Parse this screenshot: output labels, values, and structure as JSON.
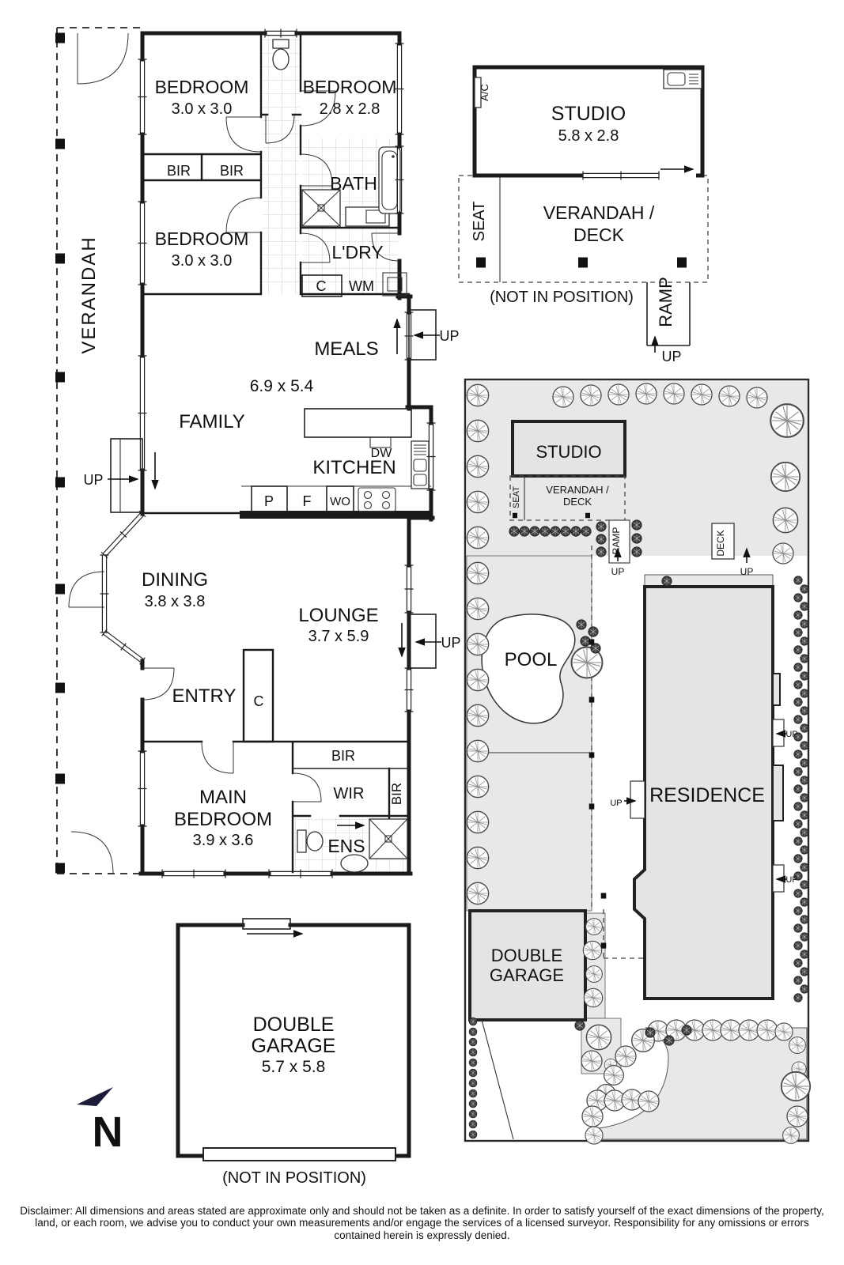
{
  "floor_plan": {
    "verandah": "VERANDAH",
    "bedroom1": {
      "name": "BEDROOM",
      "dims": "3.0 x 3.0"
    },
    "bedroom2": {
      "name": "BEDROOM",
      "dims": "2.8 x 2.8"
    },
    "bedroom3": {
      "name": "BEDROOM",
      "dims": "3.0 x 3.0"
    },
    "bir_left": "BIR",
    "bir_right": "BIR",
    "bath": "BATH",
    "laundry": "L'DRY",
    "laundry_cupboard": "C",
    "washing_machine": "WM",
    "meals": "MEALS",
    "family": "FAMILY",
    "family_meals_dims": "6.9 x 5.4",
    "kitchen": "KITCHEN",
    "dishwasher": "DW",
    "pantry": "P",
    "fridge": "F",
    "wall_oven": "WO",
    "up": "UP",
    "dining": {
      "name": "DINING",
      "dims": "3.8 x 3.8"
    },
    "lounge": {
      "name": "LOUNGE",
      "dims": "3.7 x 5.9"
    },
    "entry": "ENTRY",
    "entry_cupboard": "C",
    "main_bedroom": {
      "line1": "MAIN",
      "line2": "BEDROOM",
      "dims": "3.9 x 3.6"
    },
    "bir_main": "BIR",
    "wir": "WIR",
    "bir_side": "BIR",
    "ensuite": "ENS",
    "garage": {
      "line1": "DOUBLE",
      "line2": "GARAGE",
      "dims": "5.7 x 5.8"
    },
    "not_in_position": "(NOT IN POSITION)"
  },
  "studio_plan": {
    "name": "STUDIO",
    "dims": "5.8 x 2.8",
    "ac": "A/C",
    "seat": "SEAT",
    "verandah_deck": {
      "line1": "VERANDAH /",
      "line2": "DECK"
    },
    "ramp": "RAMP",
    "up": "UP",
    "not_in_position": "(NOT IN POSITION)"
  },
  "site_plan": {
    "studio": "STUDIO",
    "seat": "SEAT",
    "verandah_deck": {
      "line1": "VERANDAH /",
      "line2": "DECK"
    },
    "ramp": "RAMP",
    "deck": "DECK",
    "pool": "POOL",
    "residence": "RESIDENCE",
    "garage": {
      "line1": "DOUBLE",
      "line2": "GARAGE"
    },
    "up": "UP"
  },
  "compass": {
    "north": "N"
  },
  "disclaimer": "Disclaimer: All dimensions and areas stated are approximate only and should not be taken as a definite. In order to satisfy yourself of the exact dimensions of the property, land, or each room, we advise you to conduct your own measurements and/or engage the services of a licensed surveyor. Responsibility for any omissions or errors contained herein is expressly denied.",
  "colors": {
    "wall": "#1a1a1a",
    "site_grey": "#e8e8e8",
    "building_grey": "#e4e4e4",
    "compass_navy": "#1c1c38"
  }
}
